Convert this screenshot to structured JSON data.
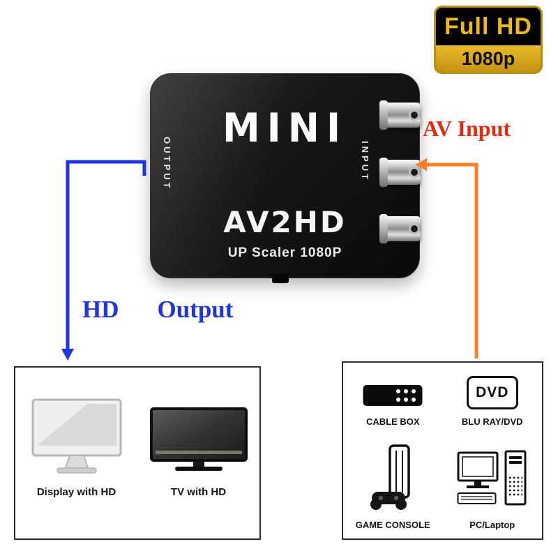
{
  "badge": {
    "line1": "Full HD",
    "line2": "1080p"
  },
  "device": {
    "brand": "MINI",
    "model": "AV2HD",
    "subtitle": "UP Scaler 1080P",
    "output_port_label": "OUTPUT",
    "input_port_label": "INPUT"
  },
  "annotations": {
    "av_input": "AV Input",
    "hd": "HD",
    "output": "Output"
  },
  "output_devices": {
    "display": "Display with HD",
    "tv": "TV with HD"
  },
  "input_sources": {
    "cable_box": "CABLE BOX",
    "bluray": "BLU RAY/DVD",
    "dvd_logo": "DVD",
    "game_console": "GAME CONSOLE",
    "pc": "PC/Laptop"
  },
  "colors": {
    "blue": "#2135df",
    "orange": "#ff7d26",
    "red": "#e32b12",
    "gold": "#eeb71e"
  }
}
